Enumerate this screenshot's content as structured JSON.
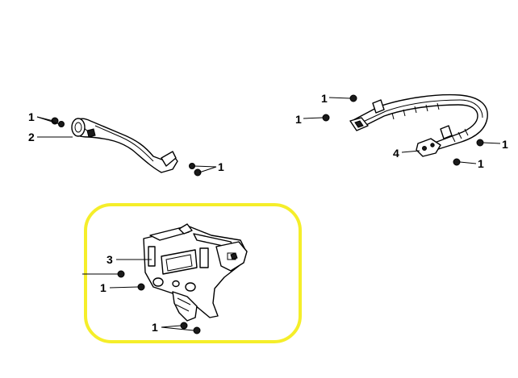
{
  "callouts": {
    "left_bar": {
      "fastener_top": "1",
      "bar": "2",
      "fastener_bottom": "1"
    },
    "right_bar": {
      "fastener_a": "1",
      "fastener_b": "1",
      "fastener_c": "1",
      "fastener_d": "1",
      "bracket": "4"
    },
    "mount": {
      "plate": "3",
      "fastener_side": "1",
      "fastener_bottom": "1"
    }
  },
  "highlight": {
    "color": "#f5ee2a"
  }
}
